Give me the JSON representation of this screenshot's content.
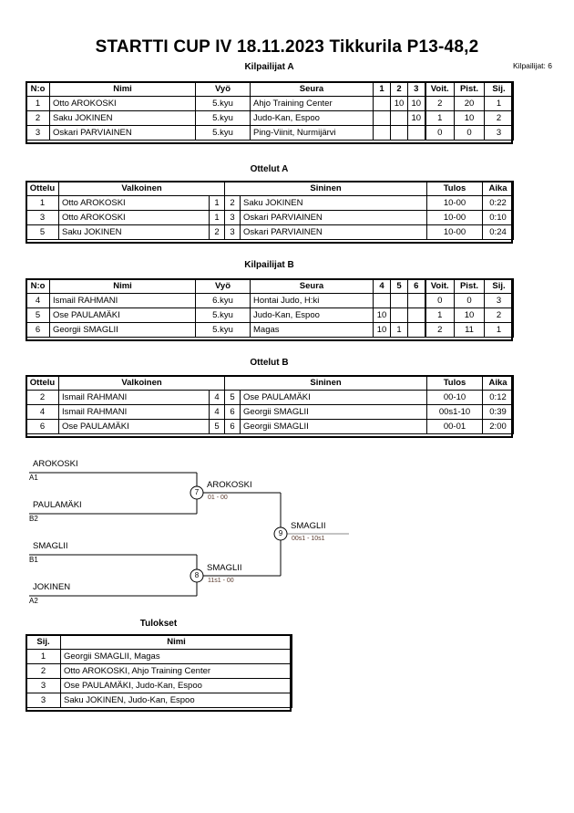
{
  "header": {
    "title": "STARTTI CUP IV  18.11.2023  Tikkurila   P13-48,2",
    "entrants": "Kilpailijat: 6"
  },
  "pool_a": {
    "caption": "Kilpailijat A",
    "columns": [
      "N:o",
      "Nimi",
      "Vyö",
      "Seura",
      "1",
      "2",
      "3",
      "Voit.",
      "Pist.",
      "Sij."
    ],
    "rows": [
      {
        "no": "1",
        "name": "Otto AROKOSKI",
        "belt": "5.kyu",
        "club": "Ahjo Training Center",
        "m1": "",
        "m2": "10",
        "m3": "10",
        "wins": "2",
        "points": "20",
        "rank": "1"
      },
      {
        "no": "2",
        "name": "Saku JOKINEN",
        "belt": "5.kyu",
        "club": "Judo-Kan, Espoo",
        "m1": "",
        "m2": "",
        "m3": "10",
        "wins": "1",
        "points": "10",
        "rank": "2"
      },
      {
        "no": "3",
        "name": "Oskari PARVIAINEN",
        "belt": "5.kyu",
        "club": "Ping-Viinit, Nurmijärvi",
        "m1": "",
        "m2": "",
        "m3": "",
        "wins": "0",
        "points": "0",
        "rank": "3"
      }
    ]
  },
  "matches_a": {
    "caption": "Ottelut A",
    "columns": [
      "Ottelu",
      "Valkoinen",
      "Sininen",
      "Tulos",
      "Aika"
    ],
    "rows": [
      {
        "no": "1",
        "white": "Otto AROKOSKI",
        "wn": "1",
        "bn": "2",
        "blue": "Saku JOKINEN",
        "result": "10-00",
        "time": "0:22"
      },
      {
        "no": "3",
        "white": "Otto AROKOSKI",
        "wn": "1",
        "bn": "3",
        "blue": "Oskari PARVIAINEN",
        "result": "10-00",
        "time": "0:10"
      },
      {
        "no": "5",
        "white": "Saku JOKINEN",
        "wn": "2",
        "bn": "3",
        "blue": "Oskari PARVIAINEN",
        "result": "10-00",
        "time": "0:24"
      }
    ]
  },
  "pool_b": {
    "caption": "Kilpailijat B",
    "columns": [
      "N:o",
      "Nimi",
      "Vyö",
      "Seura",
      "4",
      "5",
      "6",
      "Voit.",
      "Pist.",
      "Sij."
    ],
    "rows": [
      {
        "no": "4",
        "name": "Ismail RAHMANI",
        "belt": "6.kyu",
        "club": "Hontai Judo, H:ki",
        "m1": "",
        "m2": "",
        "m3": "",
        "wins": "0",
        "points": "0",
        "rank": "3"
      },
      {
        "no": "5",
        "name": "Ose PAULAMÄKI",
        "belt": "5.kyu",
        "club": "Judo-Kan, Espoo",
        "m1": "10",
        "m2": "",
        "m3": "",
        "wins": "1",
        "points": "10",
        "rank": "2"
      },
      {
        "no": "6",
        "name": "Georgii SMAGLII",
        "belt": "5.kyu",
        "club": "Magas",
        "m1": "10",
        "m2": "1",
        "m3": "",
        "wins": "2",
        "points": "11",
        "rank": "1"
      }
    ]
  },
  "matches_b": {
    "caption": "Ottelut B",
    "columns": [
      "Ottelu",
      "Valkoinen",
      "Sininen",
      "Tulos",
      "Aika"
    ],
    "rows": [
      {
        "no": "2",
        "white": "Ismail RAHMANI",
        "wn": "4",
        "bn": "5",
        "blue": "Ose PAULAMÄKI",
        "result": "00-10",
        "time": "0:12"
      },
      {
        "no": "4",
        "white": "Ismail RAHMANI",
        "wn": "4",
        "bn": "6",
        "blue": "Georgii SMAGLII",
        "result": "00s1-10",
        "time": "0:39"
      },
      {
        "no": "6",
        "white": "Ose PAULAMÄKI",
        "wn": "5",
        "bn": "6",
        "blue": "Georgii SMAGLII",
        "result": "00-01",
        "time": "2:00"
      }
    ]
  },
  "bracket": {
    "entries": [
      {
        "name": "AROKOSKI",
        "seed": "A1"
      },
      {
        "name": "PAULAMÄKI",
        "seed": "B2"
      },
      {
        "name": "SMAGLII",
        "seed": "B1"
      },
      {
        "name": "JOKINEN",
        "seed": "A2"
      }
    ],
    "semifinal_1": {
      "number": "7",
      "winner": "AROKOSKI",
      "score": "01 - 00"
    },
    "semifinal_2": {
      "number": "8",
      "winner": "SMAGLII",
      "score": "11s1 - 00"
    },
    "final": {
      "number": "9",
      "winner": "SMAGLII",
      "score": "00s1 - 10s1"
    }
  },
  "results": {
    "caption": "Tulokset",
    "columns": [
      "Sij.",
      "Nimi"
    ],
    "rows": [
      {
        "rank": "1",
        "name": "Georgii SMAGLII, Magas"
      },
      {
        "rank": "2",
        "name": "Otto AROKOSKI, Ahjo Training Center"
      },
      {
        "rank": "3",
        "name": "Ose PAULAMÄKI, Judo-Kan, Espoo"
      },
      {
        "rank": "3",
        "name": "Saku JOKINEN, Judo-Kan, Espoo"
      }
    ]
  }
}
